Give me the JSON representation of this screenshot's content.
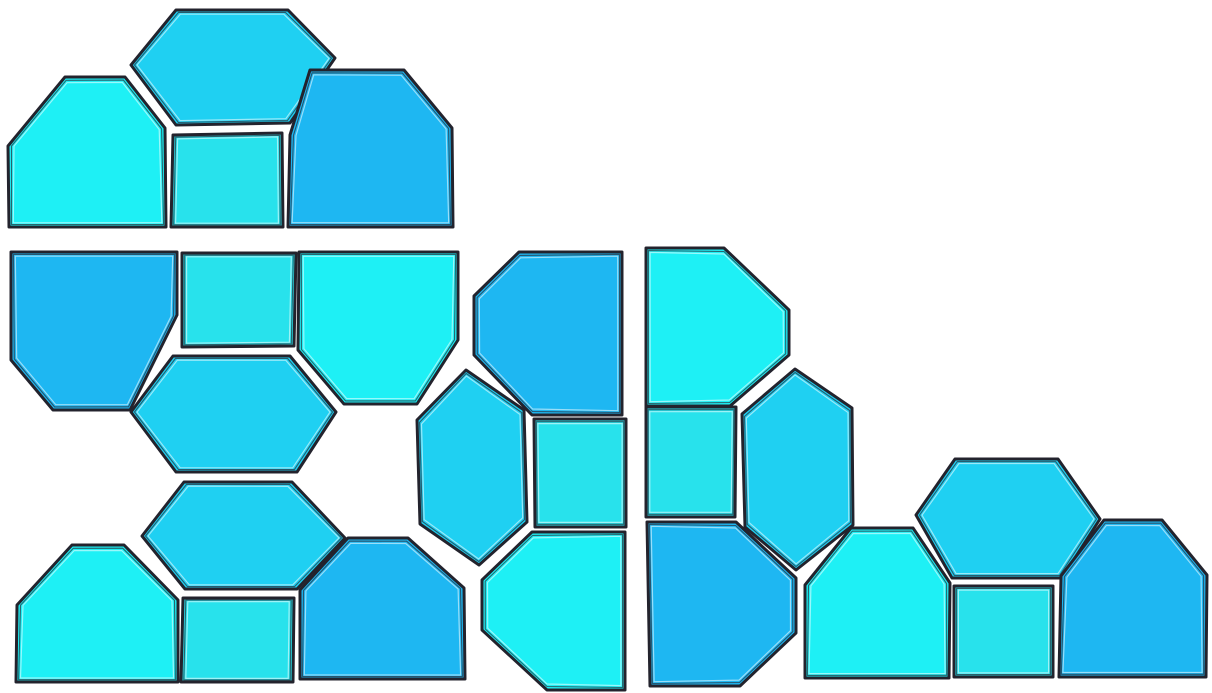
{
  "palette": {
    "hexagon": "#1fd0f2",
    "square": "#28e2ec",
    "octagon_light": "#1ef0f5",
    "octagon_dark": "#1eb7f2",
    "edge": "#23232d"
  },
  "tile_types": [
    "hexagon",
    "square",
    "octagon_light",
    "octagon_dark"
  ]
}
